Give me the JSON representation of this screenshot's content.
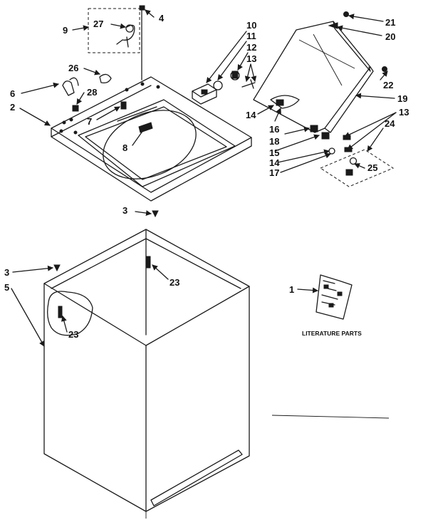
{
  "labels": {
    "p1": "1",
    "p2": "2",
    "p3a": "3",
    "p3b": "3",
    "p4": "4",
    "p5": "5",
    "p6": "6",
    "p7": "7",
    "p8": "8",
    "p9": "9",
    "p10": "10",
    "p11": "11",
    "p12": "12",
    "p13a": "13",
    "p13b": "13",
    "p14a": "14",
    "p14b": "14",
    "p15": "15",
    "p16": "16",
    "p17": "17",
    "p18": "18",
    "p19": "19",
    "p20": "20",
    "p21": "21",
    "p22": "22",
    "p23a": "23",
    "p23b": "23",
    "p24": "24",
    "p25": "25",
    "p26": "26",
    "p27": "27",
    "p28": "28"
  },
  "literature_caption": "LITERATURE PARTS"
}
